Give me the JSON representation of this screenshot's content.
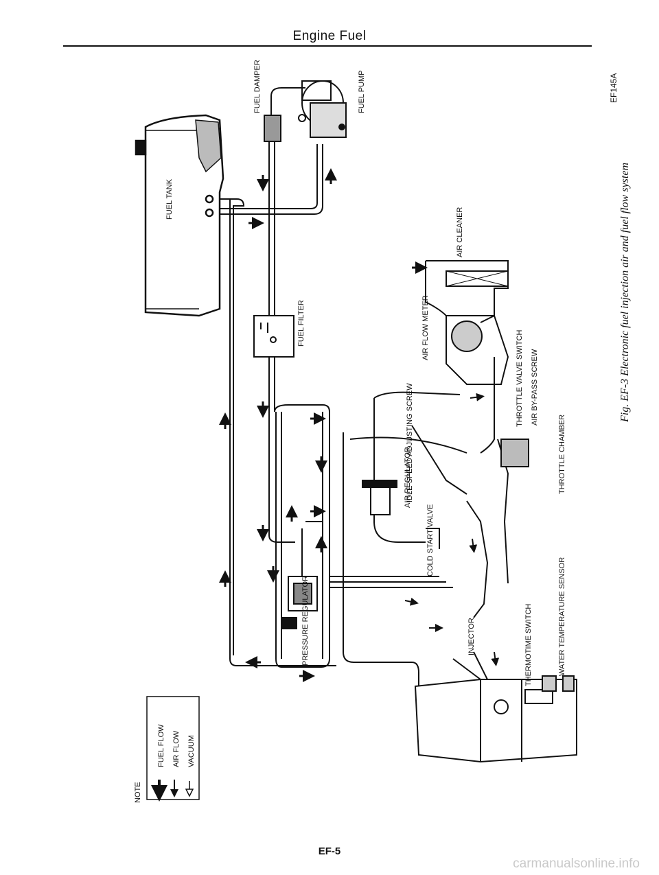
{
  "header": {
    "title": "Engine Fuel"
  },
  "footer": {
    "page_number": "EF-5",
    "watermark": "carmanualsonline.info"
  },
  "figure": {
    "code": "EF145A",
    "caption": "Fig. EF-3 Electronic fuel injection air and fuel flow system"
  },
  "legend": {
    "title": "NOTE",
    "items": [
      {
        "label": "FUEL FLOW",
        "icon": "solid-arrow-icon"
      },
      {
        "label": "AIR FLOW",
        "icon": "thin-arrow-icon"
      },
      {
        "label": "VACUUM",
        "icon": "hollow-arrow-icon"
      }
    ]
  },
  "components": {
    "fuel_damper": "FUEL DAMPER",
    "fuel_pump": "FUEL PUMP",
    "fuel_tank": "FUEL TANK",
    "fuel_filter": "FUEL FILTER",
    "air_cleaner": "AIR CLEANER",
    "air_flow_meter": "AIR FLOW METER",
    "throttle_valve_switch": "THROTTLE VALVE SWITCH",
    "air_bypass_screw": "AIR BY-PASS SCREW",
    "idle_speed_adjusting_screw": "IDLE SPEED ADJUSTING SCREW",
    "throttle_chamber": "THROTTLE CHAMBER",
    "air_regulator": "AIR REGULATOR",
    "cold_start_valve": "COLD START VALVE",
    "pressure_regulator": "PRESSURE REGULATOR",
    "injector": "INJECTOR",
    "thermotime_switch": "THERMOTIME SWITCH",
    "water_temperature_sensor": "WATER TEMPERATURE SENSOR"
  },
  "colors": {
    "ink": "#111111",
    "paper": "#ffffff",
    "watermark": "#c9c9c9"
  }
}
